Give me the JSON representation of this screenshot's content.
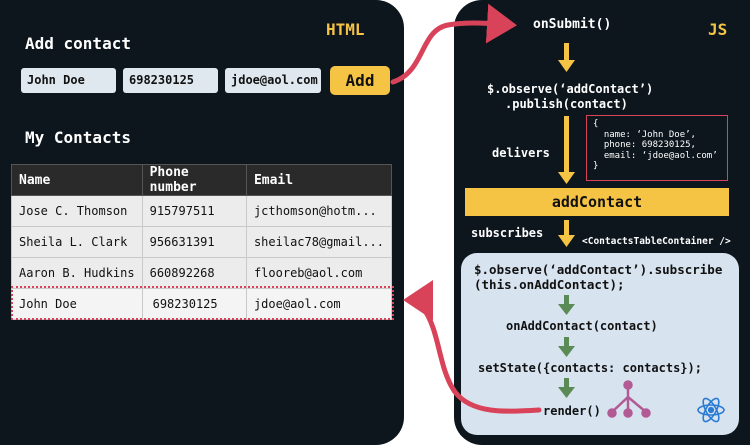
{
  "left": {
    "tag": "HTML",
    "add_title": "Add contact",
    "inputs": {
      "name": "John Doe",
      "phone": "698230125",
      "email": "jdoe@aol.com"
    },
    "add_button": "Add",
    "contacts_title": "My Contacts",
    "table": {
      "headers": [
        "Name",
        "Phone number",
        "Email"
      ],
      "rows": [
        [
          "Jose C. Thomson",
          "915797511",
          "jcthomson@hotm..."
        ],
        [
          "Sheila L. Clark",
          "956631391",
          "sheilac78@gmail..."
        ],
        [
          "Aaron B. Hudkins",
          "660892268",
          "flooreb@aol.com"
        ],
        [
          "John Doe",
          "698230125",
          "jdoe@aol.com"
        ]
      ]
    }
  },
  "right": {
    "tag": "JS",
    "on_submit": "onSubmit()",
    "observe_line1": "$.observe(‘addContact’)",
    "observe_line2": ".publish(contact)",
    "delivers": "delivers",
    "contact_object": "{\n  name: ‘John Doe’,\n  phone: 698230125,\n  email: ‘jdoe@aol.com’\n}",
    "event_name": "addContact",
    "subscribes": "subscribes",
    "component_name": "<ContactsTableContainer />",
    "subscribe_line1": "$.observe(‘addContact’).subscribe",
    "subscribe_line2": "(this.onAddContact);",
    "on_add_contact": "onAddContact(contact)",
    "set_state": "setState({contacts: contacts});",
    "render": "render()"
  },
  "colors": {
    "panel": "#0d161d",
    "accent": "#f6c445",
    "arrow_red": "#d9435a",
    "arrow_green": "#5a8a55",
    "component_bg": "#d7e3ef",
    "react": "#2a7bd4",
    "tree": "#b25a94"
  }
}
